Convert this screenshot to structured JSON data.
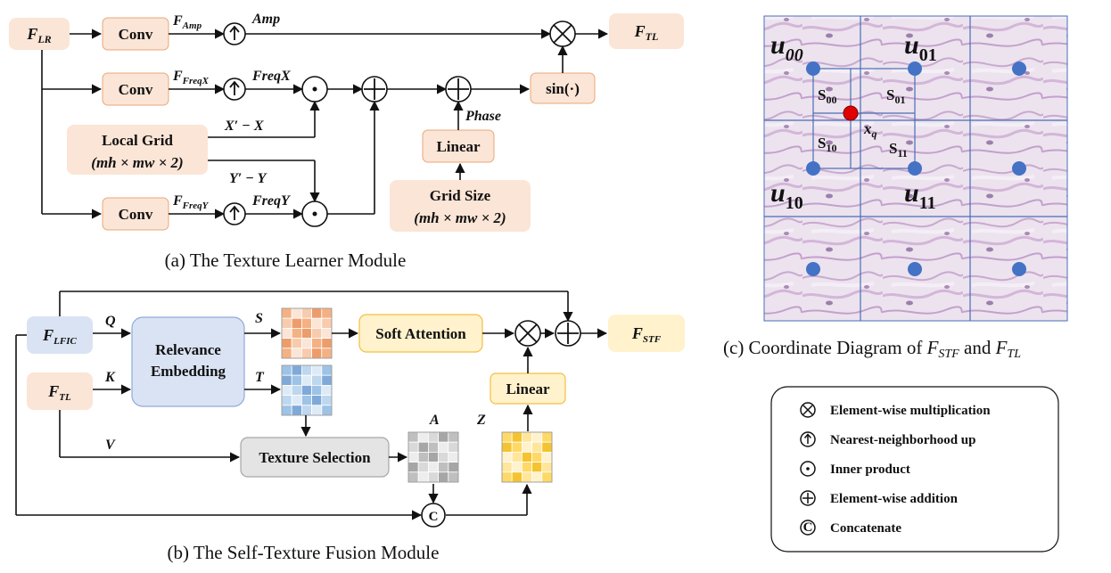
{
  "module_a": {
    "caption": "(a) The Texture Learner Module",
    "input": {
      "main": "F",
      "sub": "LR"
    },
    "output": {
      "main": "F",
      "sub": "TL"
    },
    "conv_label": "Conv",
    "branch1": {
      "feat_main": "F",
      "feat_sub": "Amp",
      "after_up": "Amp"
    },
    "branch2": {
      "feat_main": "F",
      "feat_sub": "FreqX",
      "after_up": "FreqX"
    },
    "branch3": {
      "feat_main": "F",
      "feat_sub": "FreqY",
      "after_up": "FreqY"
    },
    "local_grid": {
      "title": "Local Grid",
      "dims": "(mh × mw × 2)"
    },
    "grid_size": {
      "title": "Grid Size",
      "dims": "(mh × mw × 2)"
    },
    "label_xdiff": "X′ − X",
    "label_ydiff": "Y′ − Y",
    "label_phase": "Phase",
    "linear_label": "Linear",
    "sin_label": "sin(·)"
  },
  "module_b": {
    "caption": "(b) The Self-Texture Fusion Module",
    "input_lfic": {
      "main": "F",
      "sub": "LFIC"
    },
    "input_tl": {
      "main": "F",
      "sub": "TL"
    },
    "output": {
      "main": "F",
      "sub": "STF"
    },
    "relevance": {
      "line1": "Relevance",
      "line2": "Embedding"
    },
    "label_q": "Q",
    "label_k": "K",
    "label_v": "V",
    "label_s": "S",
    "label_t": "T",
    "label_a": "A",
    "label_z": "Z",
    "soft_attention": "Soft Attention",
    "texture_selection": "Texture Selection",
    "linear_label": "Linear",
    "concat_symbol": "C"
  },
  "module_c": {
    "caption_prefix": "(c) Coordinate Diagram of ",
    "caption_mid": " and ",
    "f1": {
      "main": "F",
      "sub": "STF"
    },
    "f2": {
      "main": "F",
      "sub": "TL"
    },
    "u00": {
      "main": "u",
      "sub": "00"
    },
    "u01": {
      "main": "u",
      "sub": "01"
    },
    "u10": {
      "main": "u",
      "sub": "10"
    },
    "u11": {
      "main": "u",
      "sub": "11"
    },
    "s00": {
      "main": "S",
      "sub": "00"
    },
    "s01": {
      "main": "S",
      "sub": "01"
    },
    "s10": {
      "main": "S",
      "sub": "10"
    },
    "s11": {
      "main": "S",
      "sub": "11"
    },
    "xq": {
      "main": "x",
      "sub": "q"
    }
  },
  "legend": {
    "items": [
      {
        "symbol": "⊗",
        "text": "Element-wise multiplication"
      },
      {
        "symbol": "↑",
        "text": "Nearest-neighborhood up"
      },
      {
        "symbol": "⊙",
        "text": "Inner product"
      },
      {
        "symbol": "⊕",
        "text": "Element-wise addition"
      },
      {
        "symbol": "C",
        "text": "Concatenate"
      }
    ]
  },
  "colors": {
    "box_orange": "#fbe5d6",
    "box_blue": "#dae3f3",
    "box_yellow": "#fff2cc",
    "box_gray": "#e4e4e4",
    "point_blue": "#4472c4",
    "point_red": "#e00000"
  }
}
